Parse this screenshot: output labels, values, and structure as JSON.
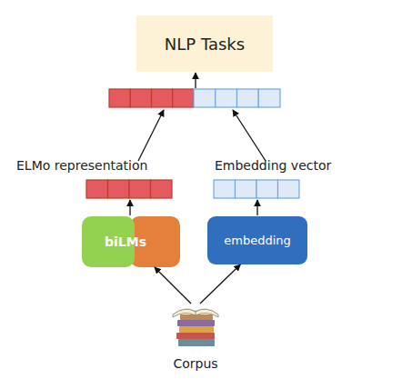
{
  "diagram": {
    "nodes": [
      {
        "text": [
          "NLP Tasks"
        ]
      },
      {
        "text": [
          "biLMs"
        ]
      },
      {
        "text": [
          "embedding"
        ]
      },
      {
        "text": [
          "Corpus"
        ]
      }
    ],
    "edges": [
      {
        "from": 3,
        "to": 1,
        "arrow": "to"
      },
      {
        "from": 3,
        "to": 2,
        "arrow": "to"
      }
    ],
    "labels": [
      "ELMo representation",
      "Embedding vector"
    ]
  }
}
